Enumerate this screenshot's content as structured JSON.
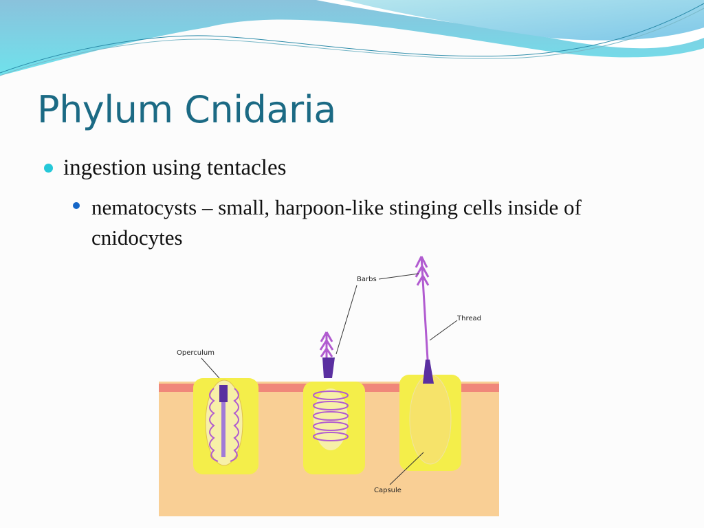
{
  "slide": {
    "title": "Phylum Cnidaria",
    "bullets": [
      {
        "level": 1,
        "text": "ingestion using tentacles",
        "bullet_color": "#25c8d8"
      },
      {
        "level": 2,
        "text": "nematocysts – small, harpoon-like stinging cells inside of cnidocytes",
        "bullet_color": "#1566c7"
      }
    ],
    "title_color": "#1b6a84"
  },
  "diagram": {
    "labels": {
      "operculum": "Operculum",
      "barbs": "Barbs",
      "thread": "Thread",
      "capsule": "Capsule"
    },
    "stages": [
      "coiled",
      "discharging",
      "discharged"
    ],
    "colors": {
      "tissue": "#f9cf95",
      "surface": "#f0877a",
      "cell": "#f4ee4a",
      "thread": "#b15bd0",
      "base": "#5a2fa0"
    }
  }
}
